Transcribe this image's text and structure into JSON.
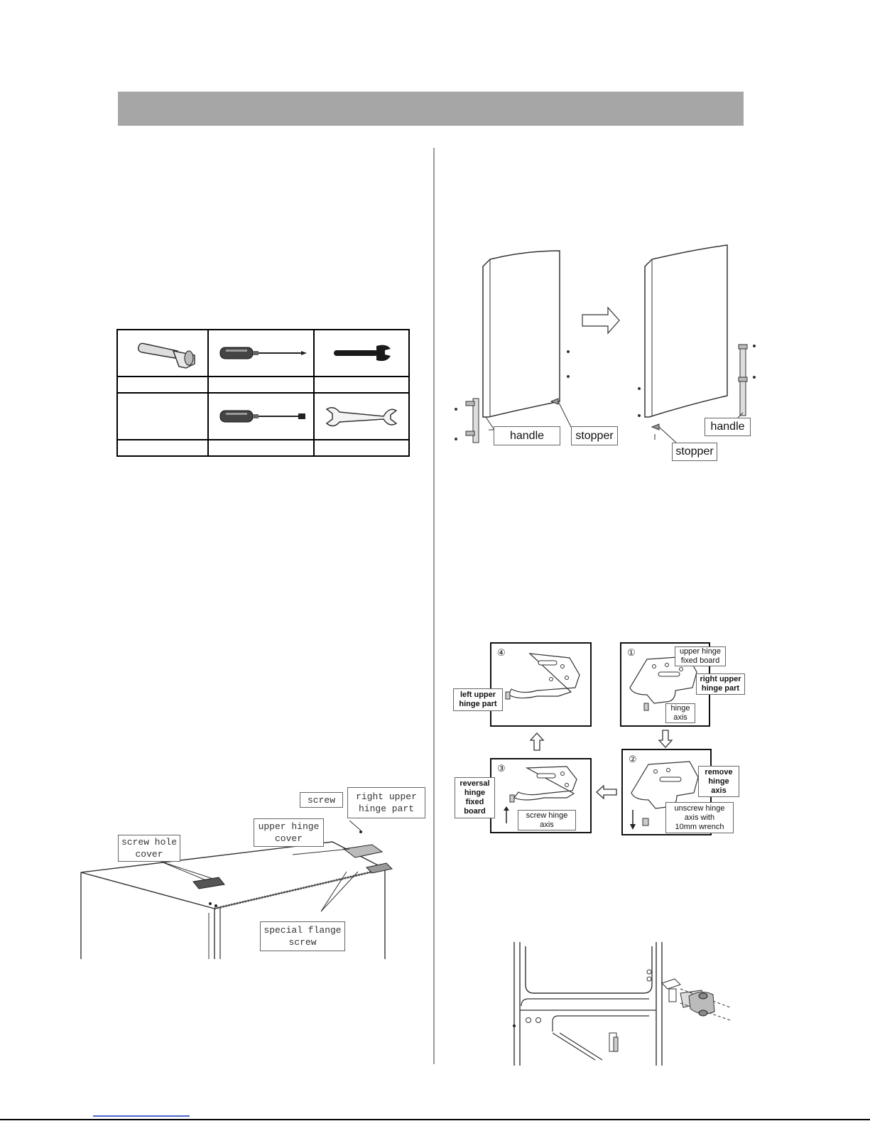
{
  "tools": {
    "row1_labels": [
      "",
      "",
      ""
    ],
    "row2_labels": [
      "",
      "",
      ""
    ],
    "icons": [
      "hex-socket-wrench-icon",
      "phillips-screwdriver-icon",
      "adjustable-wrench-icon",
      "flat-screwdriver-icon",
      "open-end-wrench-icon"
    ]
  },
  "door_figure": {
    "handle_left": "handle",
    "stopper_left": "stopper",
    "handle_right": "handle",
    "stopper_right": "stopper"
  },
  "hinge_steps": {
    "step1": {
      "num": "①",
      "fixed_board": [
        "upper hinge",
        "fixed board"
      ],
      "right_upper": [
        "right upper",
        "hinge part"
      ],
      "axis": [
        "hinge",
        "axis"
      ]
    },
    "step2": {
      "num": "②",
      "remove": [
        "remove",
        "hinge",
        "axis"
      ],
      "unscrew": [
        "unscrew hinge",
        "axis with",
        "10mm wrench"
      ]
    },
    "step3": {
      "num": "③",
      "reversal": [
        "reversal",
        "hinge",
        "fixed",
        "board"
      ],
      "screw_axis": [
        "screw hinge",
        "axis"
      ]
    },
    "step4": {
      "num": "④",
      "left_upper": [
        "left upper",
        "hinge part"
      ]
    }
  },
  "top_figure": {
    "screw": "screw",
    "right_upper": [
      "right upper",
      "hinge part"
    ],
    "upper_cover": [
      "upper hinge",
      "cover"
    ],
    "screw_hole_cover": [
      "screw hole",
      "cover"
    ],
    "flange_screw": [
      "special flange",
      "screw"
    ]
  }
}
